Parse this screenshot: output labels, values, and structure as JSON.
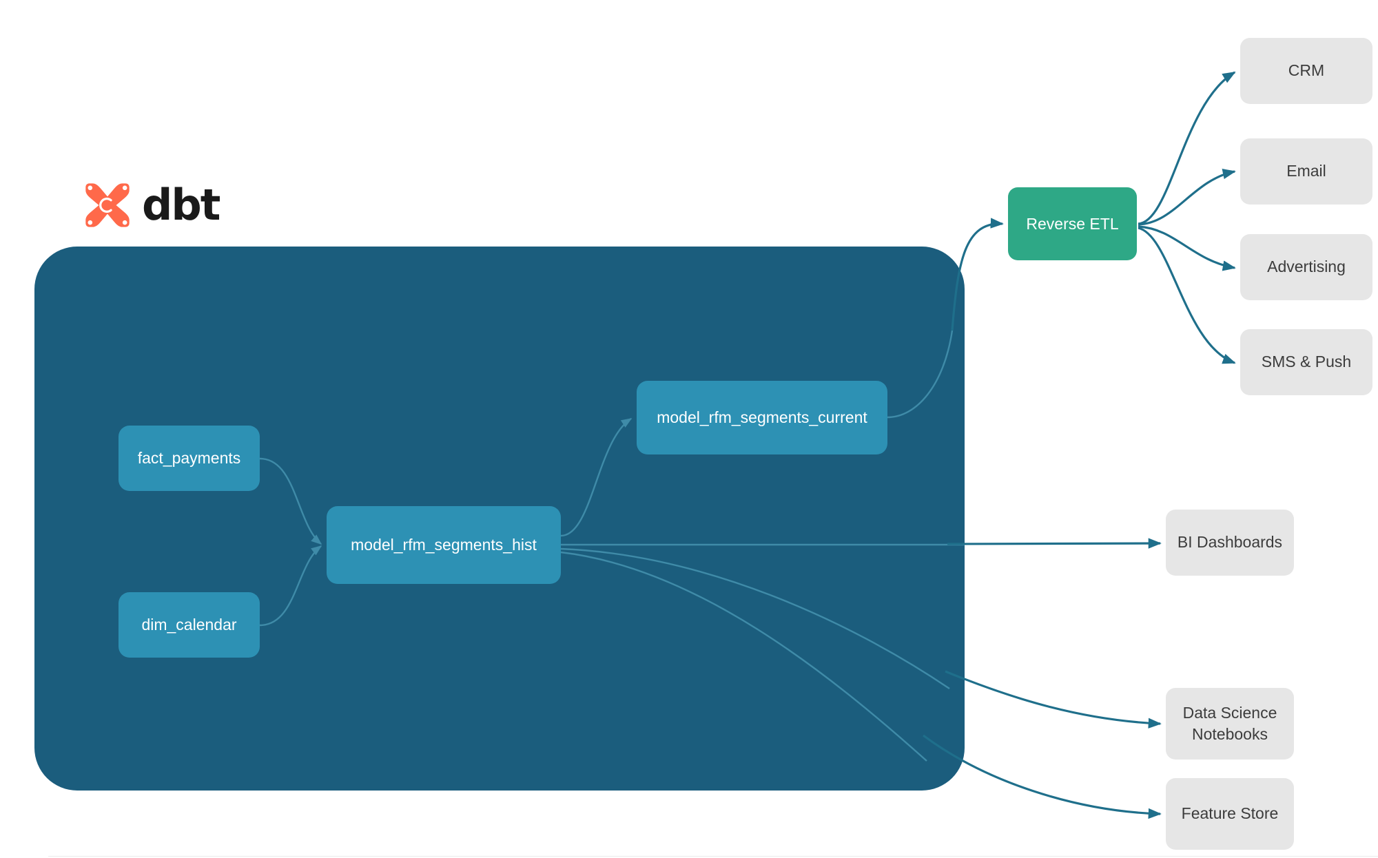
{
  "diagram": {
    "title": "dbt RFM segmentation lineage and activation flow",
    "background_color": "#ffffff",
    "colors": {
      "dbt_container": "#1b5d7d",
      "model_node": "#2d91b4",
      "reverse_etl": "#2ea886",
      "external_node": "#e6e6e6",
      "edge_inner": "#3f8ba8",
      "edge_outer": "#1f6f8b",
      "dbt_orange": "#ff694a",
      "wordmark": "#1a1a1a",
      "external_text": "#3c3c3c"
    }
  },
  "brand": {
    "logo_icon": "dbt-logo-icon",
    "wordmark": "dbt"
  },
  "dbt_project": {
    "container_label": "",
    "models": [
      {
        "id": "fact_payments",
        "label": "fact_payments",
        "kind": "source-model"
      },
      {
        "id": "dim_calendar",
        "label": "dim_calendar",
        "kind": "source-model"
      },
      {
        "id": "model_rfm_segments_hist",
        "label": "model_rfm_segments_hist",
        "kind": "model"
      },
      {
        "id": "model_rfm_segments_current",
        "label": "model_rfm_segments_current",
        "kind": "model"
      }
    ]
  },
  "activation": {
    "reverse_etl": {
      "id": "reverse_etl",
      "label": "Reverse ETL"
    },
    "destinations": [
      {
        "id": "crm",
        "label": "CRM"
      },
      {
        "id": "email",
        "label": "Email"
      },
      {
        "id": "advertising",
        "label": "Advertising"
      },
      {
        "id": "sms_push",
        "label": "SMS & Push"
      }
    ]
  },
  "consumers": [
    {
      "id": "bi_dashboards",
      "label": "BI Dashboards"
    },
    {
      "id": "ds_notebooks",
      "label": "Data Science\nNotebooks",
      "line1": "Data Science",
      "line2": "Notebooks"
    },
    {
      "id": "feature_store",
      "label": "Feature Store"
    }
  ],
  "edges": [
    {
      "from": "fact_payments",
      "to": "model_rfm_segments_hist",
      "style": "inner"
    },
    {
      "from": "dim_calendar",
      "to": "model_rfm_segments_hist",
      "style": "inner"
    },
    {
      "from": "model_rfm_segments_hist",
      "to": "model_rfm_segments_current",
      "style": "inner"
    },
    {
      "from": "model_rfm_segments_current",
      "to": "reverse_etl",
      "style": "outer"
    },
    {
      "from": "reverse_etl",
      "to": "crm",
      "style": "outer"
    },
    {
      "from": "reverse_etl",
      "to": "email",
      "style": "outer"
    },
    {
      "from": "reverse_etl",
      "to": "advertising",
      "style": "outer"
    },
    {
      "from": "reverse_etl",
      "to": "sms_push",
      "style": "outer"
    },
    {
      "from": "model_rfm_segments_hist",
      "to": "bi_dashboards",
      "style": "outer"
    },
    {
      "from": "model_rfm_segments_hist",
      "to": "ds_notebooks",
      "style": "outer"
    },
    {
      "from": "model_rfm_segments_hist",
      "to": "feature_store",
      "style": "outer"
    }
  ]
}
